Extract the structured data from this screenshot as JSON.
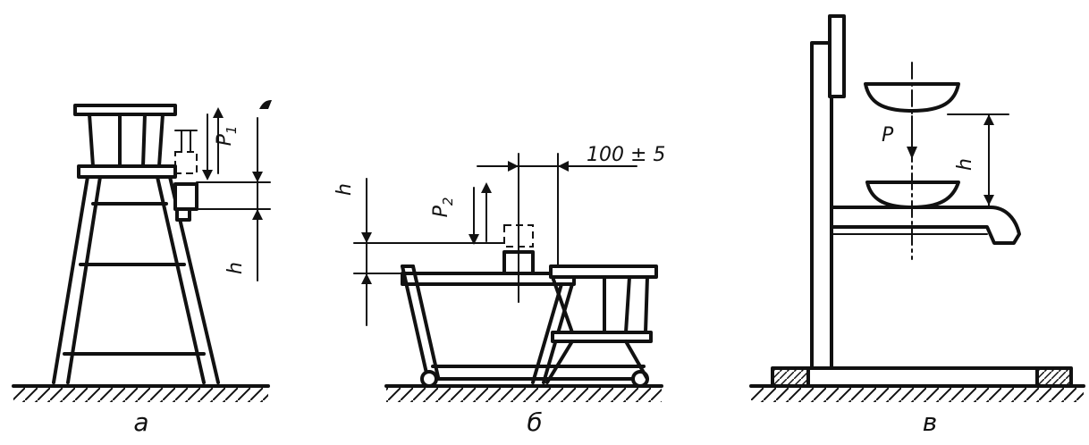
{
  "panels": {
    "a": {
      "caption": "а",
      "load_label": "P",
      "load_sub": "1",
      "dim_label": "h"
    },
    "b": {
      "caption": "б",
      "load_label": "P",
      "load_sub": "2",
      "dim_label": "h",
      "offset_label": "100 ± 5"
    },
    "v": {
      "caption": "в",
      "load_label": "P",
      "dim_label": "h"
    }
  }
}
